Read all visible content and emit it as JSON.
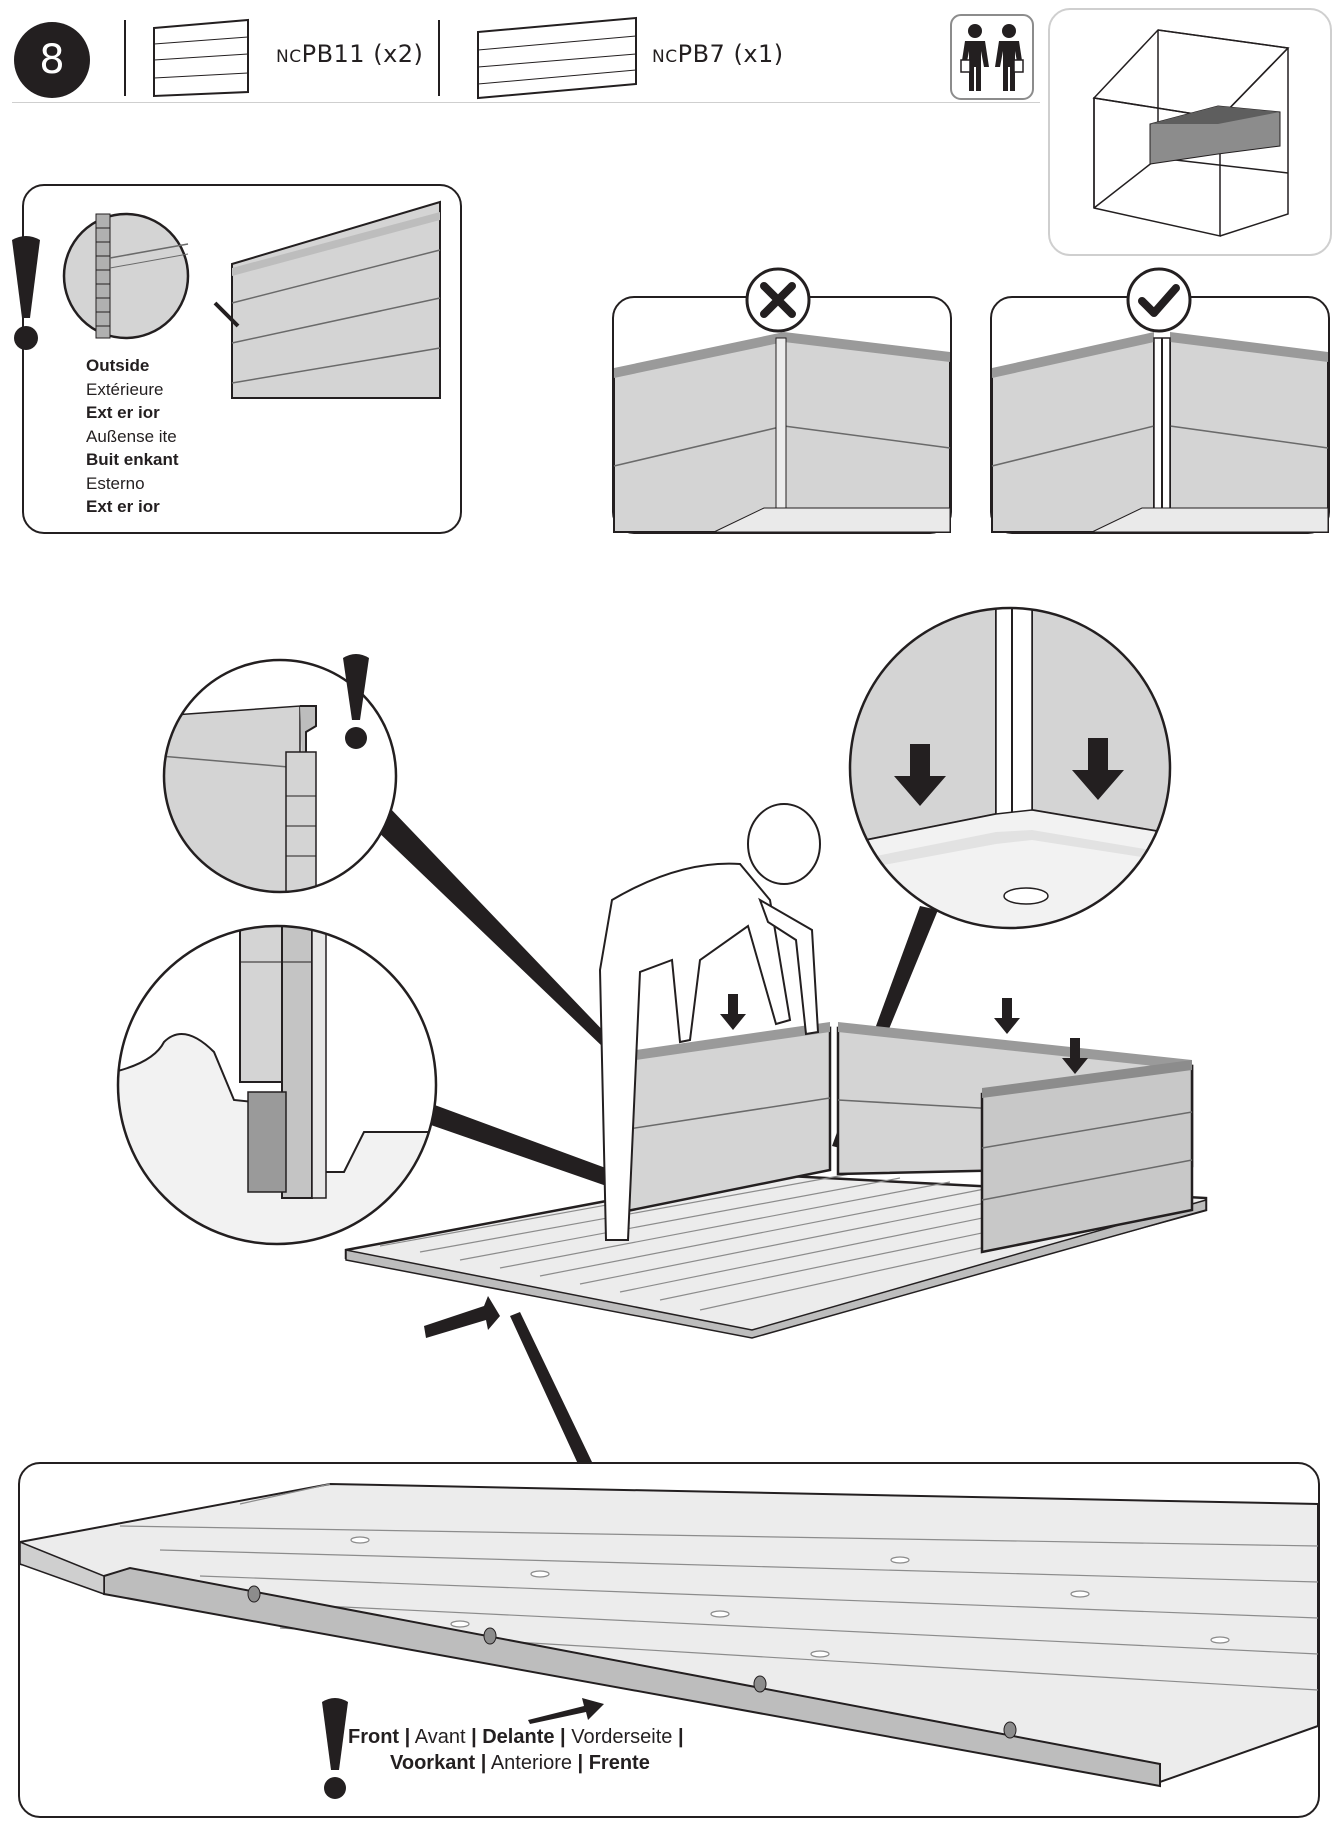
{
  "step": {
    "number": "8"
  },
  "parts": [
    {
      "prefix": "NC",
      "code": "PB11",
      "qty": "(x2)"
    },
    {
      "prefix": "NC",
      "code": "PB7",
      "qty": "(x1)"
    }
  ],
  "people_icon": "two-people-icon",
  "orientation_note": {
    "labels": [
      "Outside",
      "Extérieure",
      "Ext er ior",
      "Außense ite",
      "Buit enkant",
      "Esterno",
      "Ext er ior"
    ],
    "bold": [
      true,
      false,
      true,
      false,
      true,
      false,
      true
    ]
  },
  "comparison": {
    "wrong_icon": "cross-icon",
    "right_icon": "check-icon"
  },
  "front_note": {
    "line1": [
      "Front",
      "Avant",
      "Delante",
      "Vorderseite"
    ],
    "line2": [
      "Voorkant",
      "Anteriore",
      "Frente"
    ],
    "separator": "|"
  },
  "colors": {
    "ink": "#231f20",
    "panel": "#d4d4d4",
    "panel_dark": "#8c8c8c",
    "floor": "#e9e9e9"
  }
}
